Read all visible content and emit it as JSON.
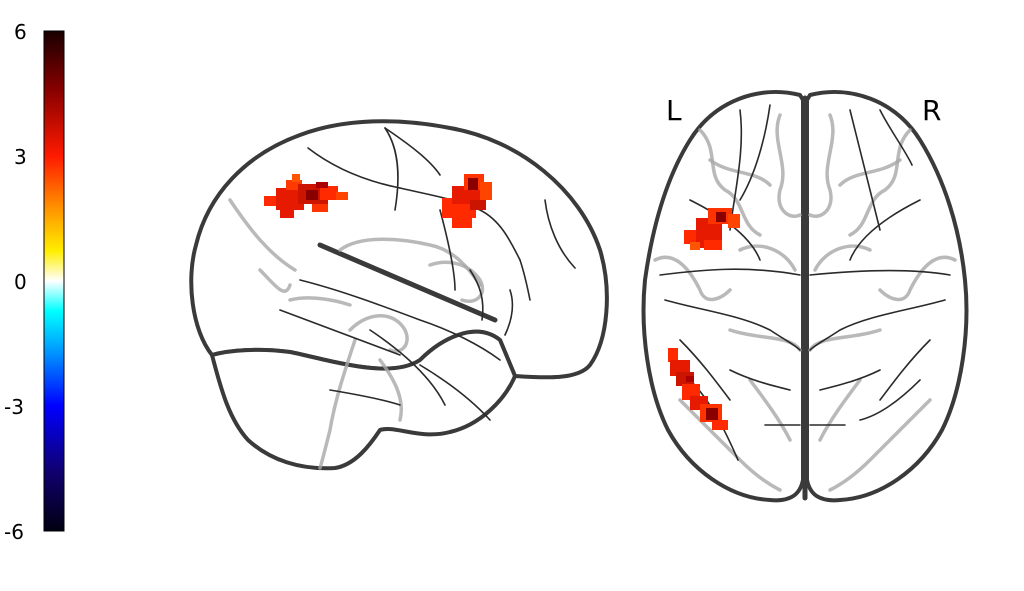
{
  "colorbar": {
    "ticks": [
      "6",
      "3",
      "0",
      "-3",
      "-6"
    ],
    "range": [
      -6,
      6
    ],
    "colormap": "cold_hot",
    "gradient_stops": [
      "#000000",
      "#1a0050",
      "#0000ff",
      "#00aaff",
      "#00ffff",
      "#ffffff",
      "#ffff00",
      "#ffaa00",
      "#ff2200",
      "#aa0000",
      "#1a0000"
    ]
  },
  "axial_view": {
    "left_label": "L",
    "right_label": "R"
  },
  "cluster_color": "#ff2a00",
  "cluster_dark_color": "#8a0000"
}
